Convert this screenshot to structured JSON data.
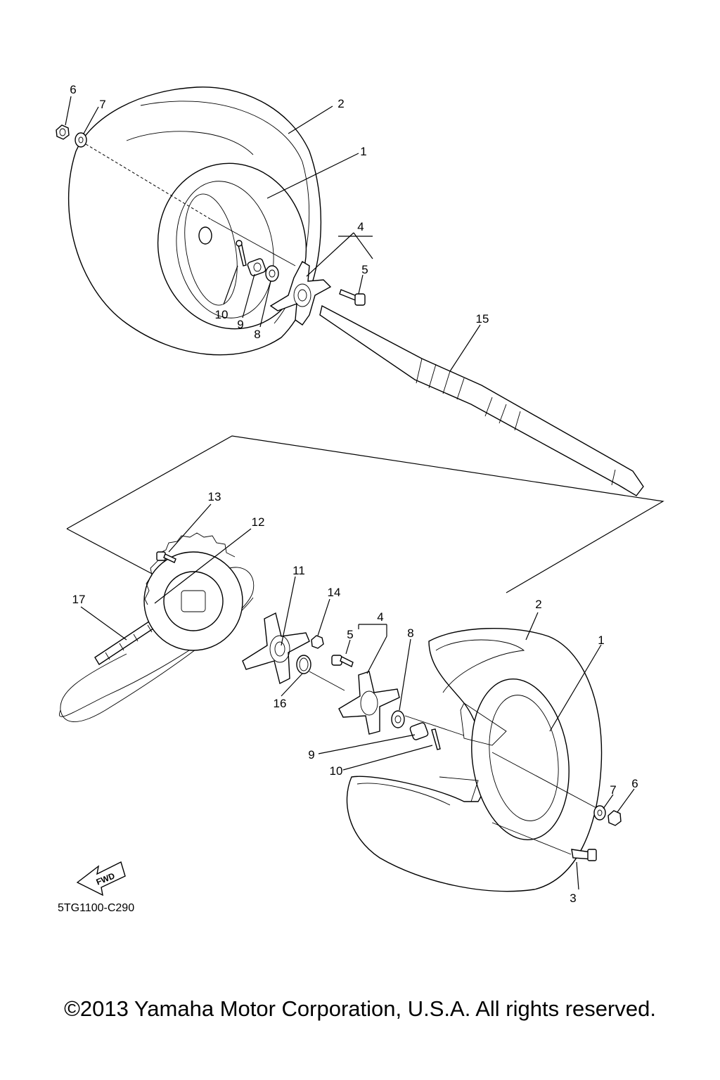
{
  "diagram_code": "5TG1100-C290",
  "fwd_label": "FWD",
  "copyright": "©2013 Yamaha Motor Corporation, U.S.A. All rights reserved.",
  "callouts": {
    "c1_top": "1",
    "c2_top": "2",
    "c4_top": "4",
    "c5_top": "5",
    "c6_top": "6",
    "c7_top": "7",
    "c8_top": "8",
    "c9_top": "9",
    "c10_top": "10",
    "c15": "15",
    "c13": "13",
    "c12": "12",
    "c17": "17",
    "c11": "11",
    "c14": "14",
    "c4_bot": "4",
    "c5_bot": "5",
    "c8_bot": "8",
    "c16": "16",
    "c2_bot": "2",
    "c1_bot": "1",
    "c9_bot": "9",
    "c10_bot": "10",
    "c7_bot": "7",
    "c6_bot": "6",
    "c3": "3"
  }
}
